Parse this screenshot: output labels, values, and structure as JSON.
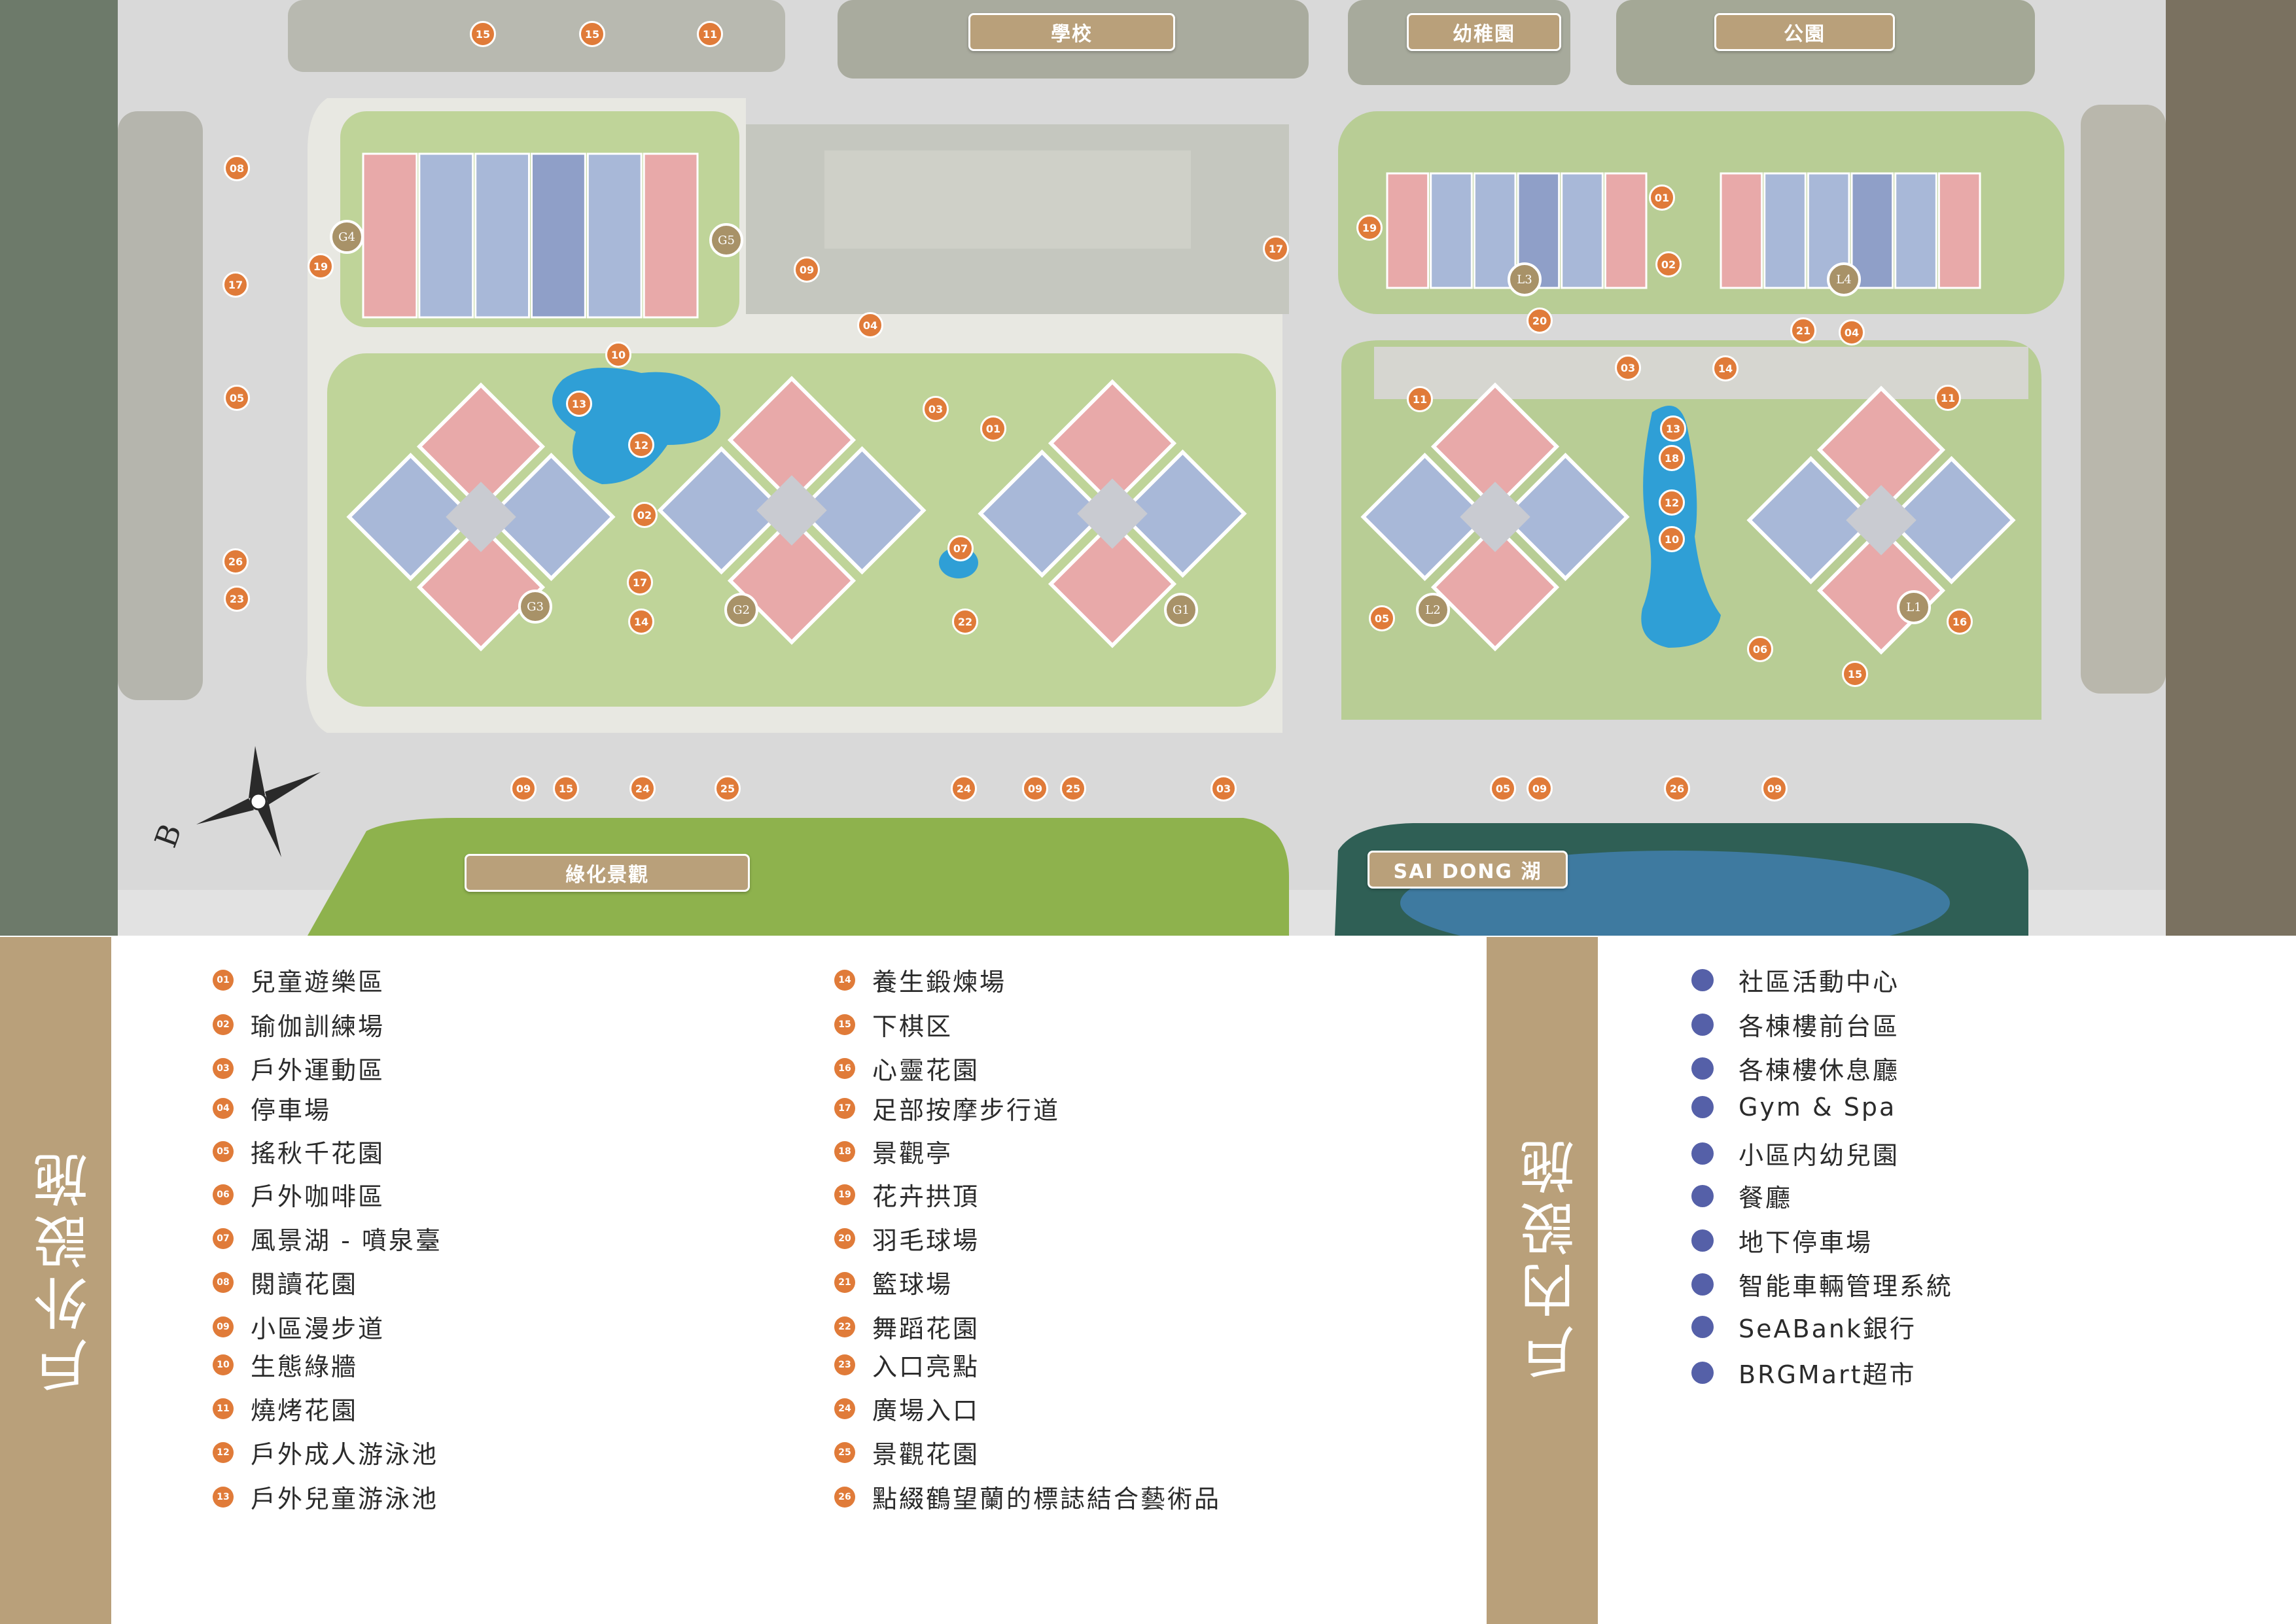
{
  "colors": {
    "accent": "#e07b39",
    "beige": "#b9a07a",
    "indoor_bullet": "#5560a8",
    "pink_unit": "#e8a9a9",
    "blue_unit": "#a8b8d8",
    "pool": "#2f9fd6",
    "grass": "#8fbf4a"
  },
  "map": {
    "tags": {
      "school": "學校",
      "kindergarten": "幼稚園",
      "park": "公園",
      "green_landscape": "綠化景觀",
      "lake": "SAI DONG 湖"
    },
    "compass_letter": "B",
    "buildings": [
      "G1",
      "G2",
      "G3",
      "G4",
      "G5",
      "L1",
      "L2",
      "L3",
      "L4"
    ],
    "markers": [
      "15",
      "15",
      "11",
      "08",
      "17",
      "19",
      "09",
      "04",
      "10",
      "05",
      "13",
      "12",
      "02",
      "17",
      "14",
      "26",
      "23",
      "03",
      "01",
      "07",
      "22",
      "01",
      "02",
      "19",
      "17",
      "20",
      "03",
      "14",
      "21",
      "04",
      "11",
      "11",
      "13",
      "18",
      "12",
      "10",
      "05",
      "06",
      "16",
      "15",
      "09",
      "15",
      "24",
      "25",
      "24",
      "09",
      "25",
      "03",
      "05",
      "09",
      "26",
      "09"
    ]
  },
  "outdoor": {
    "title": "戶外設施",
    "items": [
      {
        "num": "01",
        "label": "兒童遊樂區"
      },
      {
        "num": "02",
        "label": "瑜伽訓練場"
      },
      {
        "num": "03",
        "label": "戶外運動區"
      },
      {
        "num": "04",
        "label": "停車場"
      },
      {
        "num": "05",
        "label": "搖秋千花園"
      },
      {
        "num": "06",
        "label": "戶外咖啡區"
      },
      {
        "num": "07",
        "label": "風景湖 - 噴泉臺"
      },
      {
        "num": "08",
        "label": "閱讀花園"
      },
      {
        "num": "09",
        "label": "小區漫步道"
      },
      {
        "num": "10",
        "label": "生態綠牆"
      },
      {
        "num": "11",
        "label": "燒烤花園"
      },
      {
        "num": "12",
        "label": "戶外成人游泳池"
      },
      {
        "num": "13",
        "label": "戶外兒童游泳池"
      },
      {
        "num": "14",
        "label": "養生鍛煉場"
      },
      {
        "num": "15",
        "label": "下棋区"
      },
      {
        "num": "16",
        "label": "心靈花園"
      },
      {
        "num": "17",
        "label": "足部按摩步行道"
      },
      {
        "num": "18",
        "label": "景觀亭"
      },
      {
        "num": "19",
        "label": "花卉拱頂"
      },
      {
        "num": "20",
        "label": "羽毛球場"
      },
      {
        "num": "21",
        "label": "籃球場"
      },
      {
        "num": "22",
        "label": "舞蹈花園"
      },
      {
        "num": "23",
        "label": "入口亮點"
      },
      {
        "num": "24",
        "label": "廣場入口"
      },
      {
        "num": "25",
        "label": "景觀花園"
      },
      {
        "num": "26",
        "label": "點綴鶴望蘭的標誌結合藝術品"
      }
    ]
  },
  "indoor": {
    "title": "戶内設施",
    "items": [
      "社區活動中心",
      "各棟樓前台區",
      "各棟樓休息廳",
      "Gym & Spa",
      "小區内幼兒園",
      "餐廳",
      "地下停車場",
      "智能車輛管理系統",
      "SeABank銀行",
      "BRGMart超市"
    ]
  }
}
